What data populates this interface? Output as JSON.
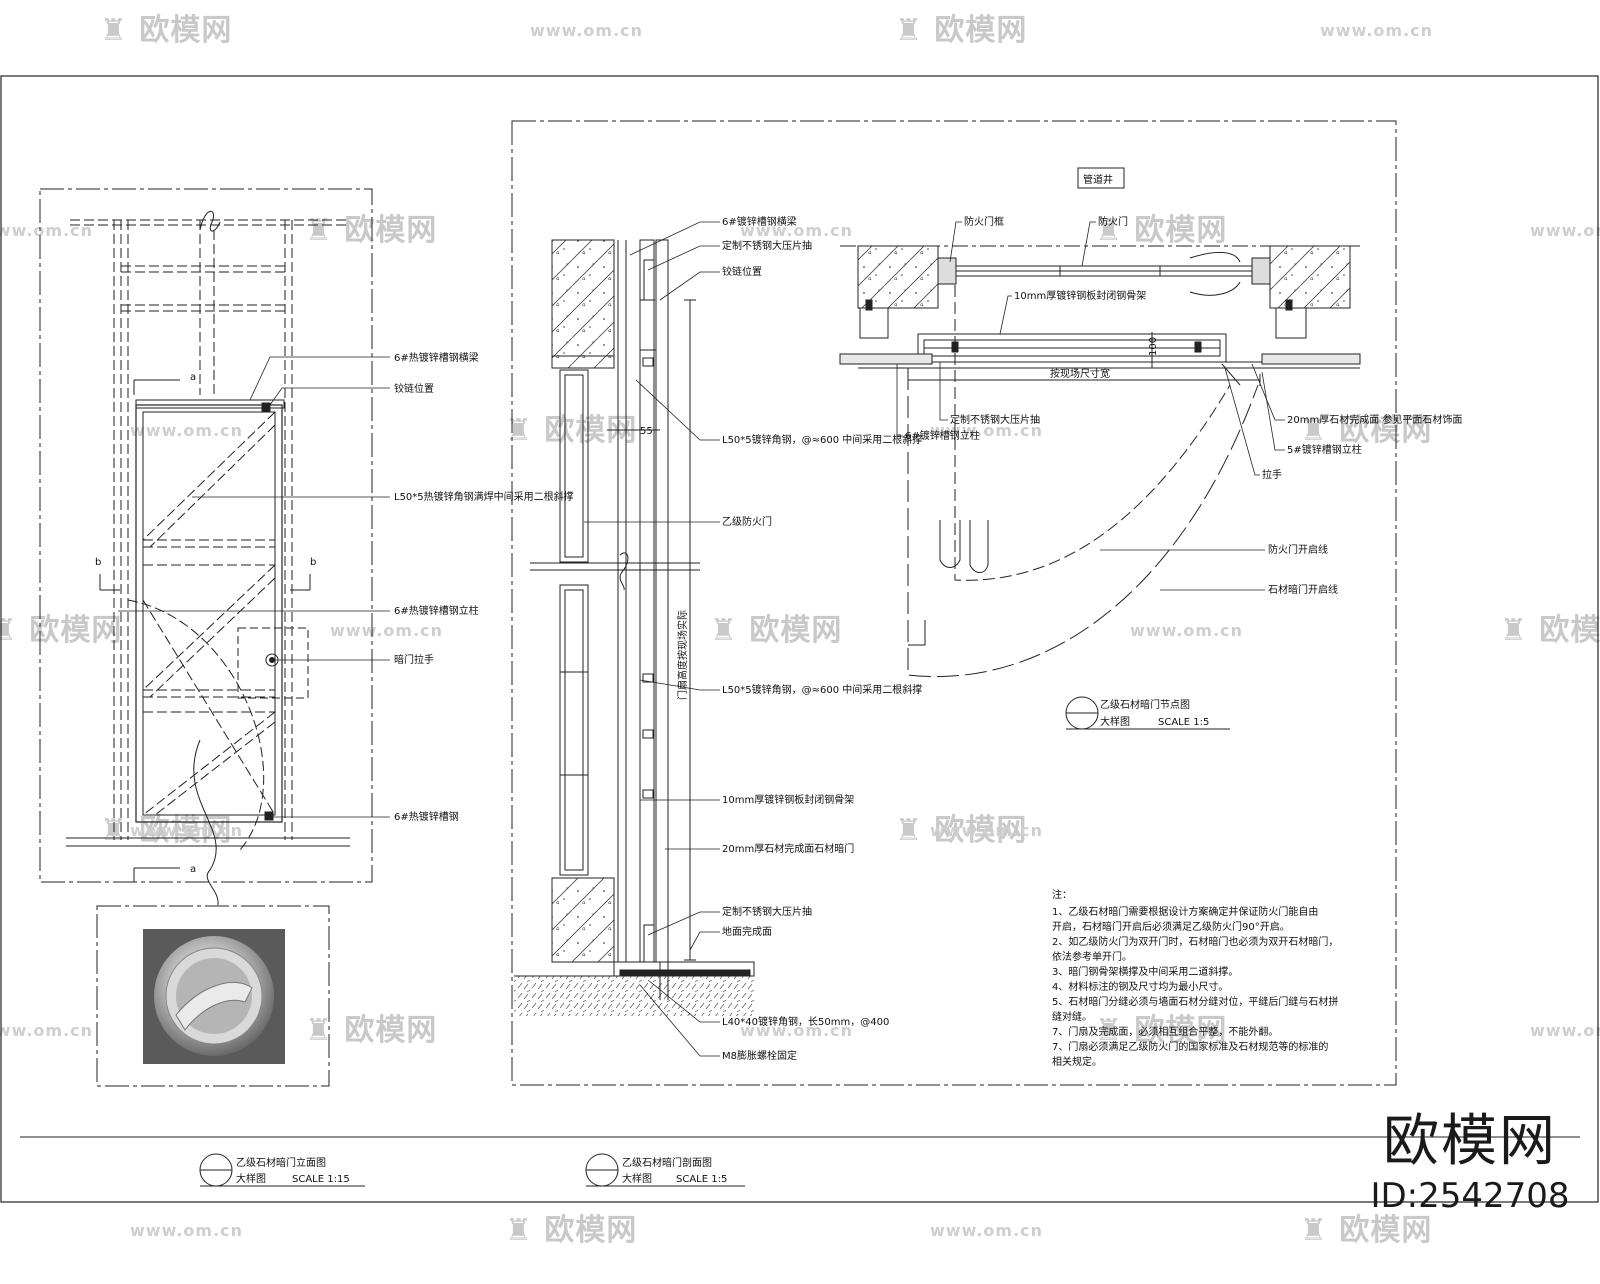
{
  "watermark": {
    "brand": "欧模网",
    "url": "www.om.cn"
  },
  "brand_logo": {
    "name": "欧模网",
    "id": "ID:2542708"
  },
  "left_elevation": {
    "labels": [
      "6#热镀锌槽钢横梁",
      "铰链位置",
      "L50*5热镀锌角钢满焊中间采用二根斜撑",
      "6#热镀锌槽钢立柱",
      "暗门拉手",
      "6#热镀锌槽钢"
    ],
    "section_marks": [
      "a",
      "b",
      "b",
      "a"
    ]
  },
  "mid_section": {
    "labels": [
      "6#镀锌槽钢横梁",
      "定制不锈钢大压片抽",
      "铰链位置",
      "L50*5镀锌角钢，@≈600 中间采用二根斜撑",
      "乙级防火门",
      "L50*5镀锌角钢，@≈600 中间采用二根斜撑",
      "10mm厚镀锌钢板封闭钢骨架",
      "20mm厚石材完成面石材暗门",
      "定制不锈钢大压片抽",
      "地面完成面",
      "L40*40镀锌角钢，长50mm，@400",
      "M8膨胀螺栓固定"
    ],
    "dims": [
      "55",
      "门扇高度按现场实际"
    ]
  },
  "plan_detail": {
    "title": "管道井",
    "labels": [
      "防火门框",
      "防火门",
      "10mm厚镀锌钢板封闭钢骨架",
      "定制不锈钢大压片抽",
      "6#镀锌槽钢立柱",
      "20mm厚石材完成面 参见平面石材饰面",
      "5#镀锌槽钢立柱",
      "拉手",
      "防火门开启线",
      "石材暗门开启线"
    ],
    "dims": [
      "100",
      "按现场尺寸宽"
    ],
    "caption": {
      "title": "乙级石材暗门节点图",
      "subtitle": "大样图",
      "scale": "SCALE 1:5"
    }
  },
  "notes": {
    "heading": "注：",
    "items": [
      "1、乙级石材暗门需要根据设计方案确定并保证防火门能自由",
      "开启，石材暗门开启后必须满足乙级防火门90°开启。",
      "2、如乙级防火门为双开门时，石材暗门也必须为双开石材暗门，",
      "依法参考单开门。",
      "3、暗门钢骨架横撑及中间采用二道斜撑。",
      "4、材料标注的钢及尺寸均为最小尺寸。",
      "5、石材暗门分缝必须与墙面石材分缝对位，平缝后门缝与石材拼",
      "缝对缝。",
      "7、门扇及完成面，必须相互组合平整，不能外翻。",
      "7、门扇必须满足乙级防火门的国家标准及石材规范等的标准的",
      "相关规定。"
    ]
  },
  "bottom_captions": [
    {
      "title": "乙级石材暗门立面图",
      "subtitle": "大样图",
      "scale": "SCALE 1:15"
    },
    {
      "title": "乙级石材暗门剖面图",
      "subtitle": "大样图",
      "scale": "SCALE 1:5"
    }
  ]
}
